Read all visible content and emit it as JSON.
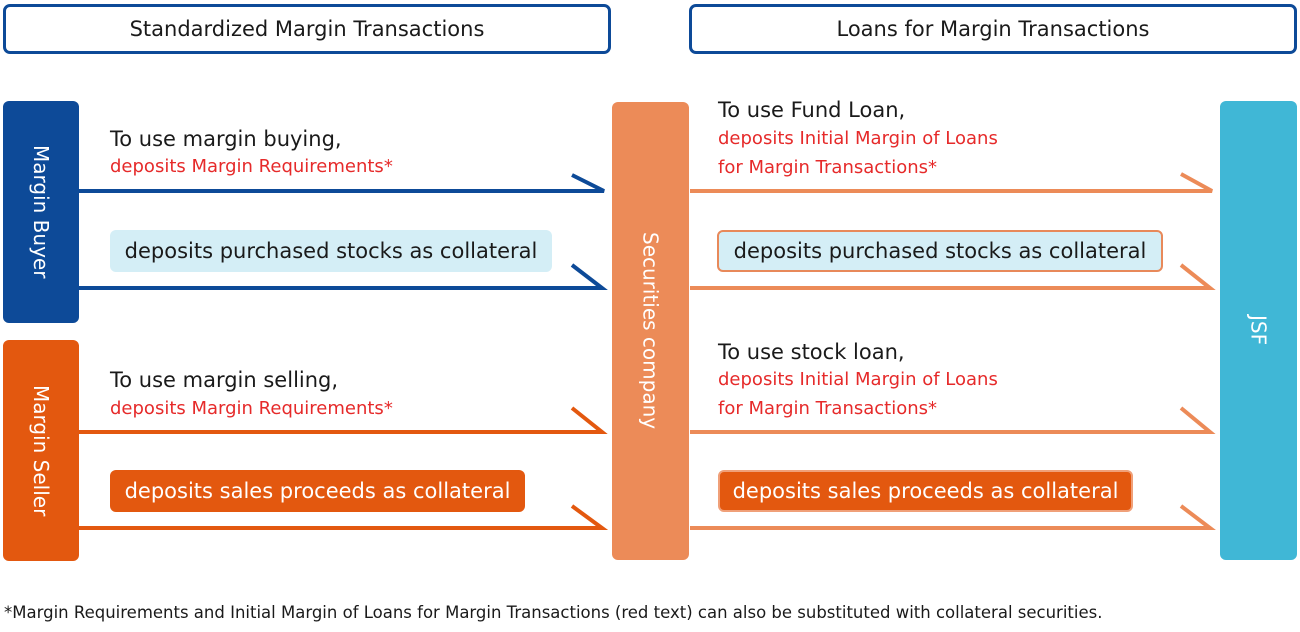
{
  "headers": {
    "left": "Standardized Margin Transactions",
    "right": "Loans for Margin Transactions"
  },
  "actors": {
    "buyer": "Margin Buyer",
    "seller": "Margin Seller",
    "securities": "Securities company",
    "jsf": "JSF"
  },
  "left_flows": {
    "buying_line1": "To use margin buying,",
    "buying_line2": "deposits Margin Requirements*",
    "buyer_collateral": "deposits purchased stocks as collateral",
    "selling_line1": "To use margin selling,",
    "selling_line2": "deposits Margin Requirements*",
    "seller_collateral": "deposits sales proceeds as collateral"
  },
  "right_flows": {
    "fund_line1": "To use Fund Loan,",
    "fund_line2": "deposits Initial Margin of Loans",
    "fund_line3": "for Margin Transactions*",
    "fund_collateral": "deposits purchased stocks as collateral",
    "stock_line1": "To use stock loan,",
    "stock_line2": "deposits Initial Margin of Loans",
    "stock_line3": "for Margin Transactions*",
    "stock_collateral": "deposits sales proceeds as collateral"
  },
  "footnote": "*Margin Requirements and Initial Margin of Loans for Margin Transactions (red text) can also be substituted with collateral securities.",
  "colors": {
    "navy": "#0d4a98",
    "orange": "#e3580f",
    "light_orange": "#ec8b58",
    "cyan": "#40b7d6",
    "red_text": "#e62a2a",
    "pale_blue": "#d4eef6"
  }
}
